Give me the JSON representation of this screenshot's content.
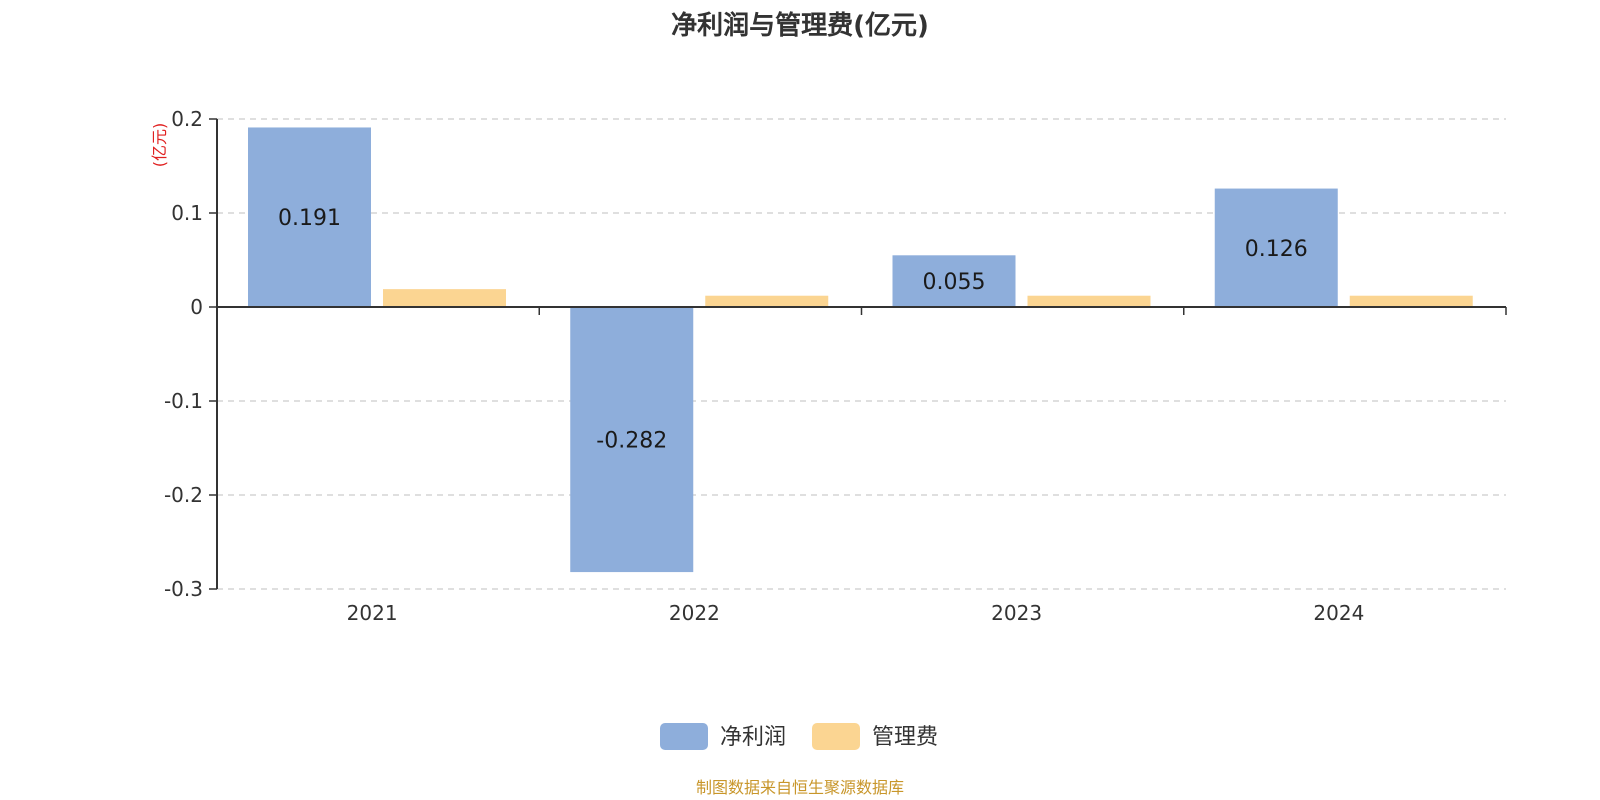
{
  "chart_data": {
    "type": "bar",
    "title": "净利润与管理费(亿元)",
    "ylabel": "(亿元)",
    "xlabel": "",
    "categories": [
      "2021",
      "2022",
      "2023",
      "2024"
    ],
    "series": [
      {
        "name": "净利润",
        "values": [
          0.191,
          -0.282,
          0.055,
          0.126
        ],
        "labels": [
          "0.191",
          "-0.282",
          "0.055",
          "0.126"
        ],
        "color": "#8eaedb"
      },
      {
        "name": "管理费",
        "values": [
          0.019,
          0.012,
          0.012,
          0.012
        ],
        "color": "#fbd592"
      }
    ],
    "ylim": [
      -0.3,
      0.2
    ],
    "yticks": [
      0.2,
      0.1,
      0,
      -0.1,
      -0.2,
      -0.3
    ],
    "ytick_labels": [
      "0.2",
      "0.1",
      "0",
      "-0.1",
      "-0.2",
      "-0.3"
    ],
    "grid": true,
    "legend_position": "bottom-center"
  },
  "source_note": "制图数据来自恒生聚源数据库",
  "colors": {
    "unit_label": "#e02020",
    "source_note": "#c8962a",
    "axis": "#333333",
    "grid": "#cccccc"
  }
}
